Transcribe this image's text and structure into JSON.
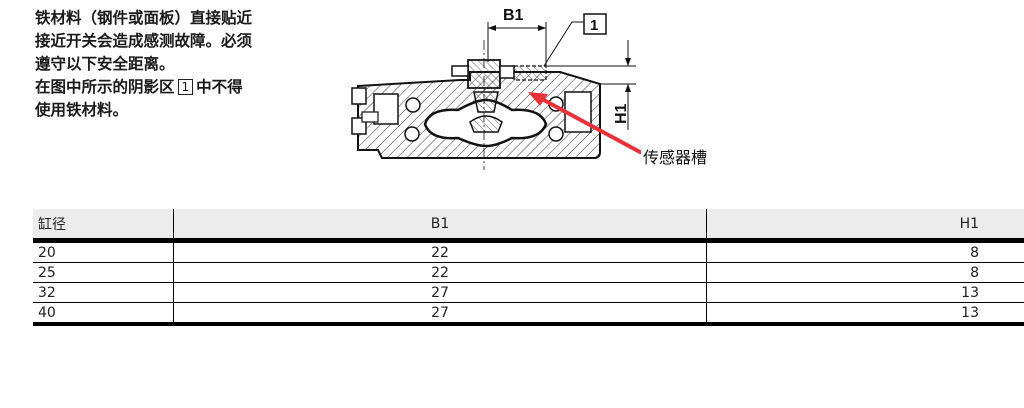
{
  "intro": {
    "line1": "铁材料（钢件或面板）直接贴近",
    "line2": "接近开关会造成感测故障。必须",
    "line3": "遵守以下安全距离。",
    "line4_before": "在图中所示的阴影区",
    "line4_box": "1",
    "line4_after": "中不得",
    "line5": "使用铁材料。"
  },
  "figure": {
    "dim_b1": "B1",
    "dim_h1": "H1",
    "callout": "1",
    "sensor_label": "传感器槽"
  },
  "table": {
    "headers": [
      "缸径",
      "B1",
      "H1"
    ],
    "rows": [
      [
        "20",
        "22",
        "8"
      ],
      [
        "25",
        "22",
        "8"
      ],
      [
        "32",
        "27",
        "13"
      ],
      [
        "40",
        "27",
        "13"
      ]
    ]
  },
  "colors": {
    "arrow": "#e8323a",
    "header_bg": "#ececec"
  }
}
